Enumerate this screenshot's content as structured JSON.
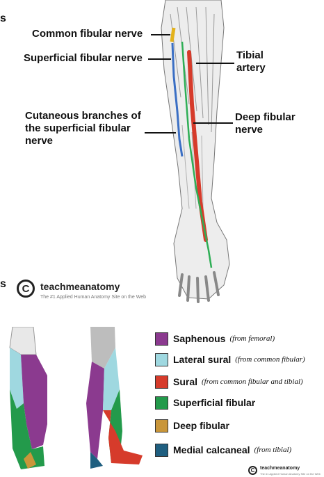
{
  "cutoff_letters": [
    "s",
    "s"
  ],
  "top_diagram": {
    "labels": {
      "common_fibular": "Common fibular nerve",
      "superficial_fibular": "Superficial fibular nerve",
      "tibial_artery": "Tibial artery",
      "cutaneous_branches": "Cutaneous branches of the superficial fibular nerve",
      "deep_fibular": "Deep fibular nerve"
    }
  },
  "branding": {
    "name": "teachmeanatomy",
    "tagline": "The #1 Applied Human Anatomy Site on the Web",
    "symbol": "C"
  },
  "legend": {
    "items": [
      {
        "name": "Saphenous",
        "note": "(from femoral)",
        "color": "#8b3a8f"
      },
      {
        "name": "Lateral sural",
        "note": "(from common fibular)",
        "color": "#9fd8e0"
      },
      {
        "name": "Sural",
        "note": "(from common fibular and tibial)",
        "color": "#d63b2b"
      },
      {
        "name": "Superficial fibular",
        "note": "",
        "color": "#239a4b"
      },
      {
        "name": "Deep fibular",
        "note": "",
        "color": "#c9963a"
      },
      {
        "name": "Medial calcaneal",
        "note": "(from tibial)",
        "color": "#1f5f80"
      }
    ]
  }
}
